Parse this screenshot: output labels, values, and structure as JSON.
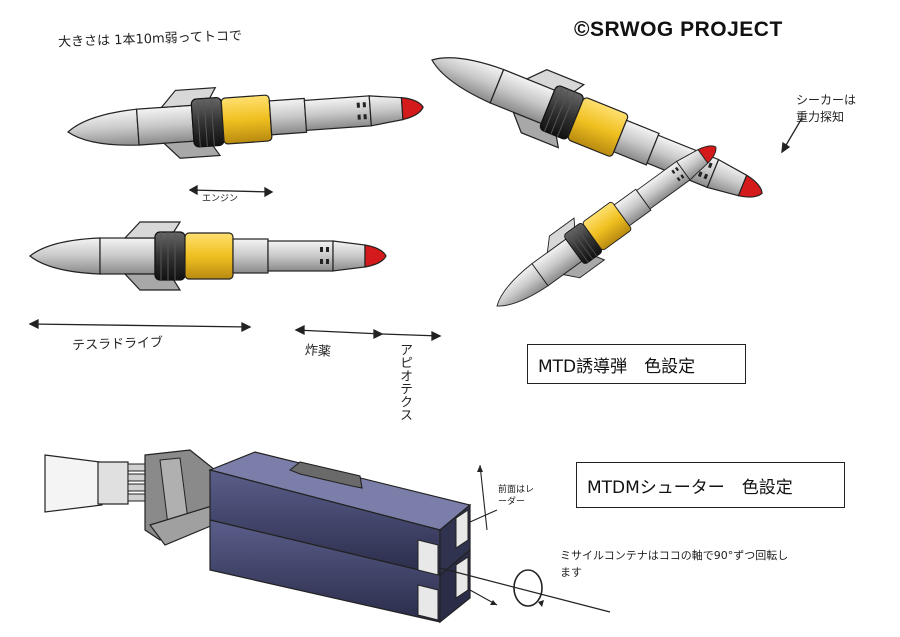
{
  "copyright": "©SRWOG PROJECT",
  "size_note": "大きさは 1本10m弱ってトコで",
  "labels": {
    "engine": "エンジン",
    "tesla_drive": "テスラドライブ",
    "warhead": "炸薬",
    "apiotex": "アピオテクス",
    "seeker": "シーカーは重力探知",
    "front_radar": "前面はレーダー",
    "rotation": "ミサイルコンテナはココの軸で90°ずつ回転します"
  },
  "titles": {
    "missile": "MTD誘導弾　色設定",
    "shooter": "MTDMシューター　色設定"
  },
  "colors": {
    "missile_body": "#c8c8c8",
    "missile_band": "#f0c020",
    "missile_ring": "#3a3a3a",
    "missile_tip": "#d41a1a",
    "container": "#3c3f6a",
    "frame": "#8a8a8a"
  }
}
